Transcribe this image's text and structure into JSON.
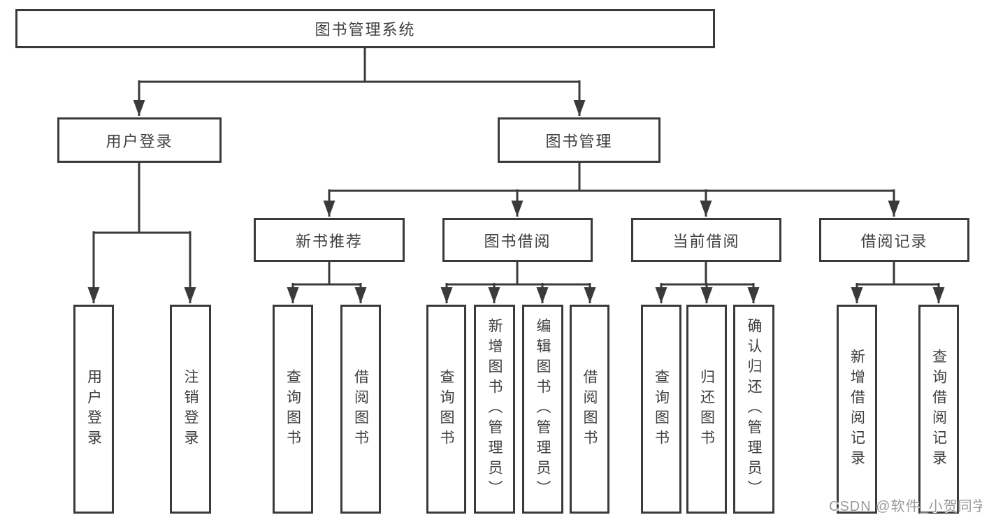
{
  "diagram": {
    "root": "图书管理系统",
    "level2": {
      "user_login": "用户登录",
      "book_management": "图书管理"
    },
    "level3": {
      "new_books": "新书推荐",
      "book_borrow": "图书借阅",
      "current_borrow": "当前借阅",
      "borrow_records": "借阅记录"
    },
    "leaves": {
      "user_login": [
        "用户登录",
        "注销登录"
      ],
      "new_books": [
        "查询图书",
        "借阅图书"
      ],
      "book_borrow": [
        "查询图书",
        "新增图书（管理员）",
        "编辑图书（管理员）",
        "借阅图书"
      ],
      "current_borrow": [
        "查询图书",
        "归还图书",
        "确认归还（管理员）"
      ],
      "borrow_records": [
        "新增借阅记录",
        "查询借阅记录"
      ]
    }
  },
  "watermark": "CSDN @软件_小贺同学",
  "colors": {
    "line": "#3a3a3a",
    "text": "#3f3f3f",
    "background": "#ffffff",
    "watermark": "#9b9b9b"
  }
}
